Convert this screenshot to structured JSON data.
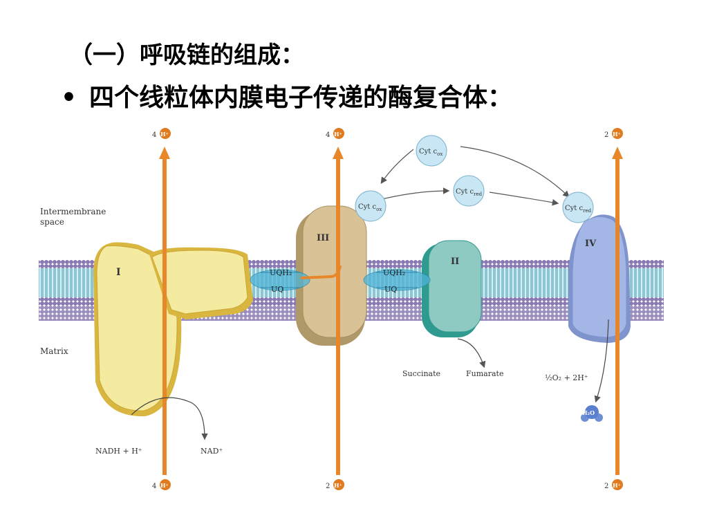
{
  "slide": {
    "title": "（一）呼吸链的组成：",
    "bullet_symbol": "•",
    "bullet_text": "四个线粒体内膜电子传递的酶复合体："
  },
  "diagram": {
    "regions": {
      "intermembrane_line1": "Intermembrane",
      "intermembrane_line2": "space",
      "matrix": "Matrix"
    },
    "complexes": {
      "I": "I",
      "II": "II",
      "III": "III",
      "IV": "IV"
    },
    "protons": {
      "c1_top": "4",
      "c1_bottom": "4",
      "c3_top": "4",
      "c3_bottom": "2",
      "c4_top": "2",
      "c4_bottom": "2",
      "symbol": "H⁺"
    },
    "quinones": {
      "reduced": "UQH₂",
      "oxidized": "UQ"
    },
    "cytochromes": {
      "c_ox_top": "Cyt c",
      "c_ox_top_sub": "ox",
      "c_ox_left": "Cyt c",
      "c_ox_left_sub": "ox",
      "c_red_mid": "Cyt c",
      "c_red_mid_sub": "red",
      "c_red_right": "Cyt c",
      "c_red_right_sub": "red"
    },
    "reactions": {
      "nadh": "NADH + H⁺",
      "nad": "NAD⁺",
      "succinate": "Succinate",
      "fumarate": "Fumarate",
      "oxygen": "½O₂ + 2H⁺",
      "water": "H₂O"
    },
    "colors": {
      "proton_arrow": "#e8862a",
      "proton_ball": "#e07b1f",
      "complex_I": "#f4eaa0",
      "complex_I_edge": "#d9b640",
      "complex_II": "#8ec9c2",
      "complex_II_edge": "#2f9a8f",
      "complex_III": "#d9c396",
      "complex_III_edge": "#b09968",
      "complex_IV": "#a3b6e6",
      "complex_IV_edge": "#7f93cc",
      "membrane_head": "#8a79b6",
      "membrane_tail": "#5ab0c4",
      "cyt": "#c8e6f3",
      "quinone": "#4fb3d6"
    }
  }
}
